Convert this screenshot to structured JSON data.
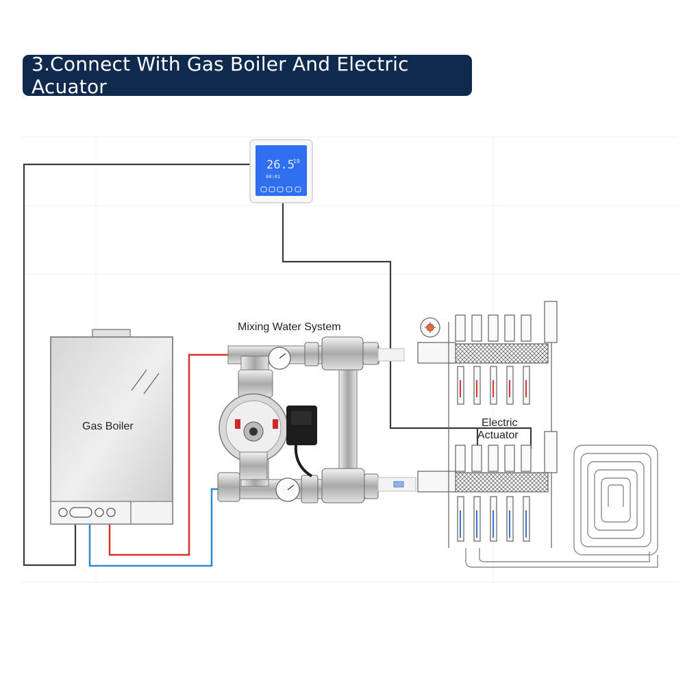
{
  "title": "3.Connect With Gas Boiler And Electric Acuator",
  "labels": {
    "gas_boiler": "Gas Boiler",
    "mixing_system": "Mixing Water System",
    "actuator_line1": "Electric",
    "actuator_line2": "Actuator"
  },
  "thermostat": {
    "temperature": "26.5",
    "set_temp": "19",
    "clock": "00:01"
  },
  "colors": {
    "banner": "#102a4e",
    "signal_wire": "#3a3a3a",
    "hot_pipe": "#d9302b",
    "cold_pipe": "#2f87d8",
    "lcd": "#2f6ff0"
  },
  "icons": [
    "thermostat-icon",
    "gas-boiler-icon",
    "pump-icon",
    "valve-icon",
    "gauge-icon",
    "manifold-icon",
    "floor-heating-coil-icon"
  ]
}
